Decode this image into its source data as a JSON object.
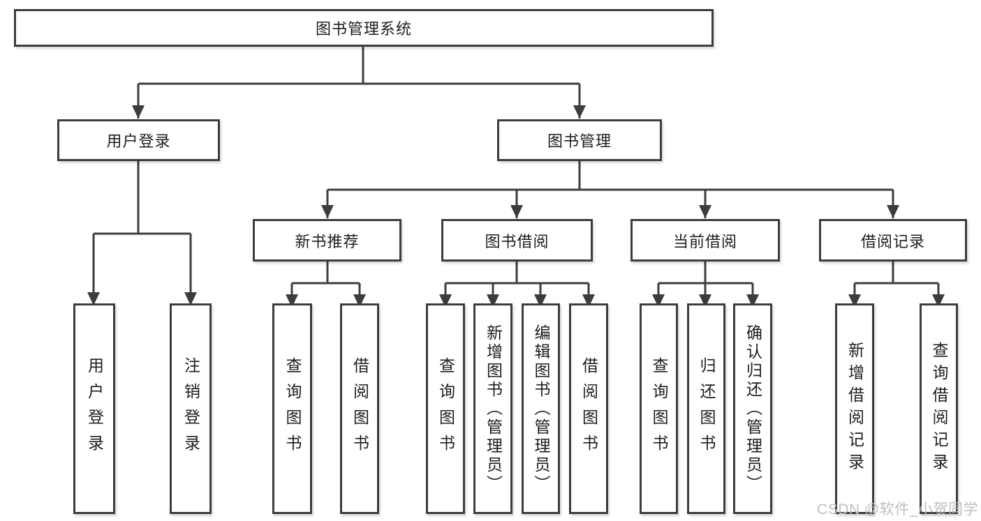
{
  "diagram": {
    "root": {
      "label": "图书管理系统"
    },
    "level2": [
      {
        "label": "用户登录"
      },
      {
        "label": "图书管理"
      }
    ],
    "level3": [
      {
        "label": "新书推荐"
      },
      {
        "label": "图书借阅"
      },
      {
        "label": "当前借阅"
      },
      {
        "label": "借阅记录"
      }
    ],
    "leaves": [
      {
        "label": "用户登录"
      },
      {
        "label": "注销登录"
      },
      {
        "label": "查询图书"
      },
      {
        "label": "借阅图书"
      },
      {
        "label": "查询图书"
      },
      {
        "label": "新增图书（管理员）"
      },
      {
        "label": "编辑图书（管理员）"
      },
      {
        "label": "借阅图书"
      },
      {
        "label": "查询图书"
      },
      {
        "label": "归还图书"
      },
      {
        "label": "确认归还（管理员）"
      },
      {
        "label": "新增借阅记录"
      },
      {
        "label": "查询借阅记录"
      }
    ]
  },
  "watermark": {
    "text": "CSDN @软件_小贺同学"
  },
  "colors": {
    "line": "#3c3c3c",
    "text": "#1d1d1d",
    "watermark": "#bfbfbf",
    "background": "#ffffff"
  }
}
